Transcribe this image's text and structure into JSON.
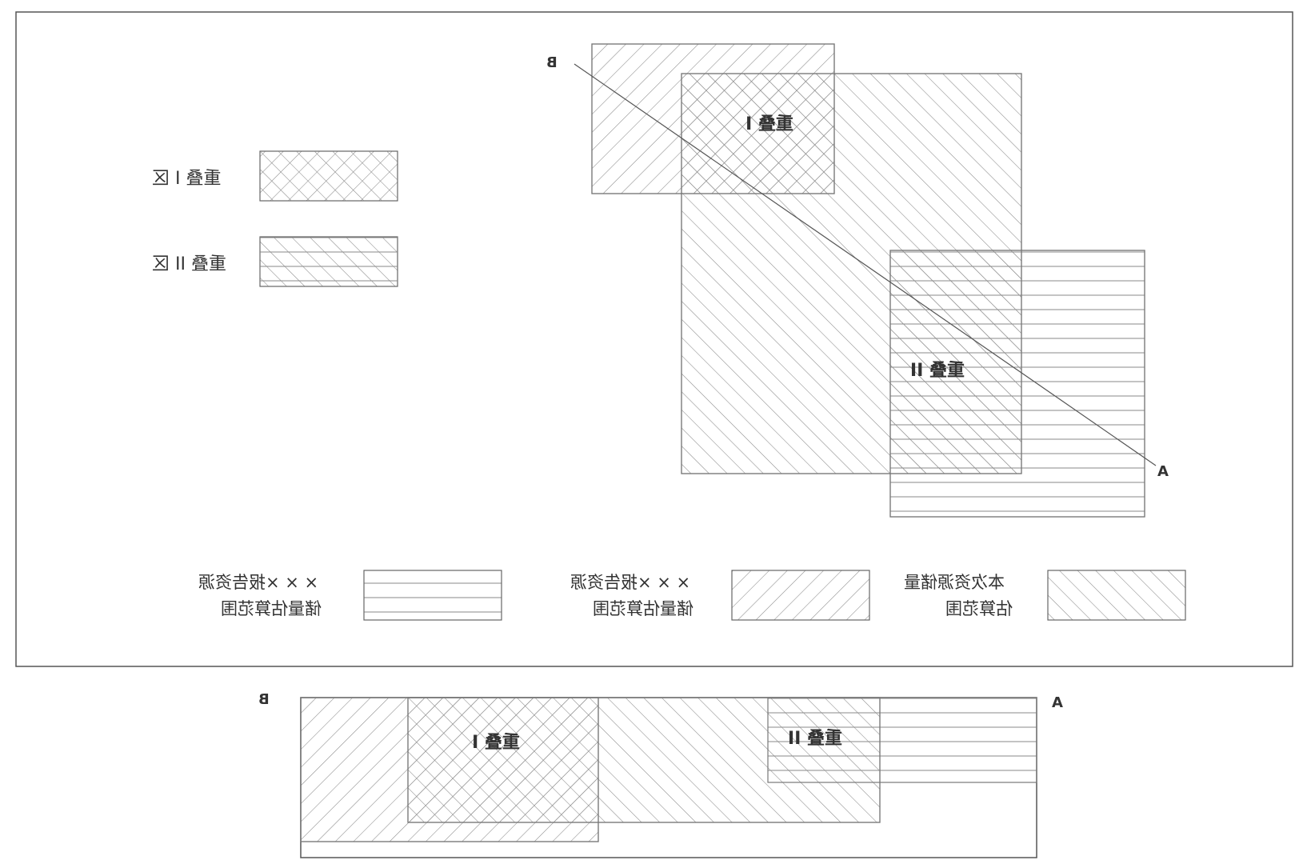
{
  "legend": {
    "overlap1_label": "重叠 I 区",
    "overlap2_label": "重叠 II 区",
    "report1_line1": "× × ×报告资源",
    "report1_line2": "储量估算范围",
    "report2_line1": "× × ×报告资源",
    "report2_line2": "储量估算范围",
    "current_line1": "本次资源储量",
    "current_line2": "估算范围"
  },
  "plan": {
    "overlap1_label": "重叠 I",
    "overlap2_label": "重叠 II",
    "point_a": "A",
    "point_b": "B"
  },
  "section": {
    "overlap1_label": "重叠 I",
    "overlap2_label": "重叠 II",
    "point_a": "A",
    "point_b": "B"
  },
  "hatch_colors": {
    "line": "#8a8a8a",
    "frame": "#555555"
  }
}
